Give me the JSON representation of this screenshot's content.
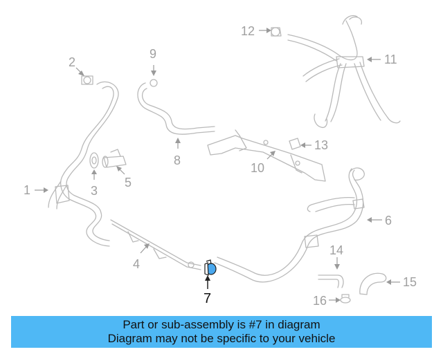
{
  "diagram": {
    "callouts": [
      "1",
      "2",
      "3",
      "4",
      "5",
      "6",
      "7",
      "8",
      "9",
      "10",
      "11",
      "12",
      "13",
      "14",
      "15",
      "16"
    ],
    "highlighted_part": "7",
    "highlight_color": "#4aa8ee"
  },
  "banner": {
    "line1": "Part or sub-assembly is #7 in diagram",
    "line2": "Diagram may not be specific to your vehicle",
    "background": "#4fb8f5"
  }
}
